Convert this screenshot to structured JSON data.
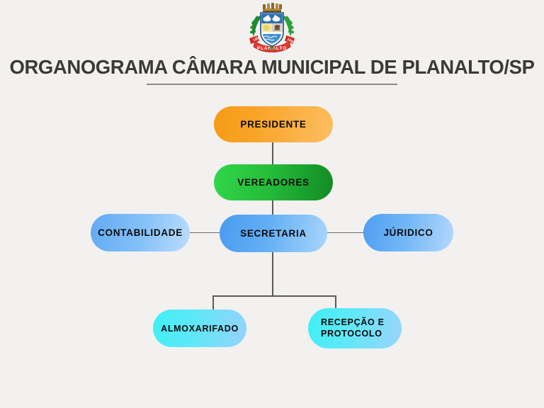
{
  "header": {
    "emblem_name": "planalto-coat-of-arms",
    "emblem": {
      "ribbon_text": "PLANALTO",
      "date_left": "1907",
      "date_right": "1948"
    },
    "title": "ORGANOGRAMA CÂMARA MUNICIPAL DE PLANALTO/SP"
  },
  "colors": {
    "background": "#f2f1ef",
    "title_text": "#3a3a38",
    "connector": "#5a5a58",
    "presidente": "#f59a15",
    "vereadores": "#26bd3b",
    "secretaria": "#4a9cf0",
    "contabilidade": "#83c0f8",
    "juridico": "#76b8f7",
    "almoxarifado": "#3ff0f5",
    "recepcao": "#3ff0f5"
  },
  "chart_data": {
    "type": "diagram",
    "title": "ORGANOGRAMA CÂMARA MUNICIPAL DE PLANALTO/SP",
    "nodes": [
      {
        "id": "presidente",
        "label": "PRESIDENTE",
        "level": 1,
        "color": "#f59a15"
      },
      {
        "id": "vereadores",
        "label": "VEREADORES",
        "level": 2,
        "color": "#26bd3b"
      },
      {
        "id": "secretaria",
        "label": "SECRETARIA",
        "level": 3,
        "color": "#4a9cf0"
      },
      {
        "id": "contabilidade",
        "label": "CONTABILIDADE",
        "level": 3,
        "color": "#83c0f8"
      },
      {
        "id": "juridico",
        "label": "JÚRIDICO",
        "level": 3,
        "color": "#76b8f7"
      },
      {
        "id": "almoxarifado",
        "label": "ALMOXARIFADO",
        "level": 4,
        "color": "#3ff0f5"
      },
      {
        "id": "recepcao",
        "label": "RECEPÇÃO E PROTOCOLO",
        "level": 4,
        "color": "#3ff0f5"
      }
    ],
    "edges": [
      {
        "from": "presidente",
        "to": "vereadores"
      },
      {
        "from": "vereadores",
        "to": "secretaria"
      },
      {
        "from": "secretaria",
        "to": "contabilidade"
      },
      {
        "from": "secretaria",
        "to": "juridico"
      },
      {
        "from": "secretaria",
        "to": "almoxarifado"
      },
      {
        "from": "secretaria",
        "to": "recepcao"
      }
    ]
  },
  "nodes": {
    "presidente": "PRESIDENTE",
    "vereadores": "VEREADORES",
    "secretaria": "SECRETARIA",
    "contabilidade": "CONTABILIDADE",
    "juridico": "JÚRIDICO",
    "almoxarifado": "ALMOXARIFADO",
    "recepcao_line1": "RECEPÇÃO E",
    "recepcao_line2": "PROTOCOLO"
  }
}
